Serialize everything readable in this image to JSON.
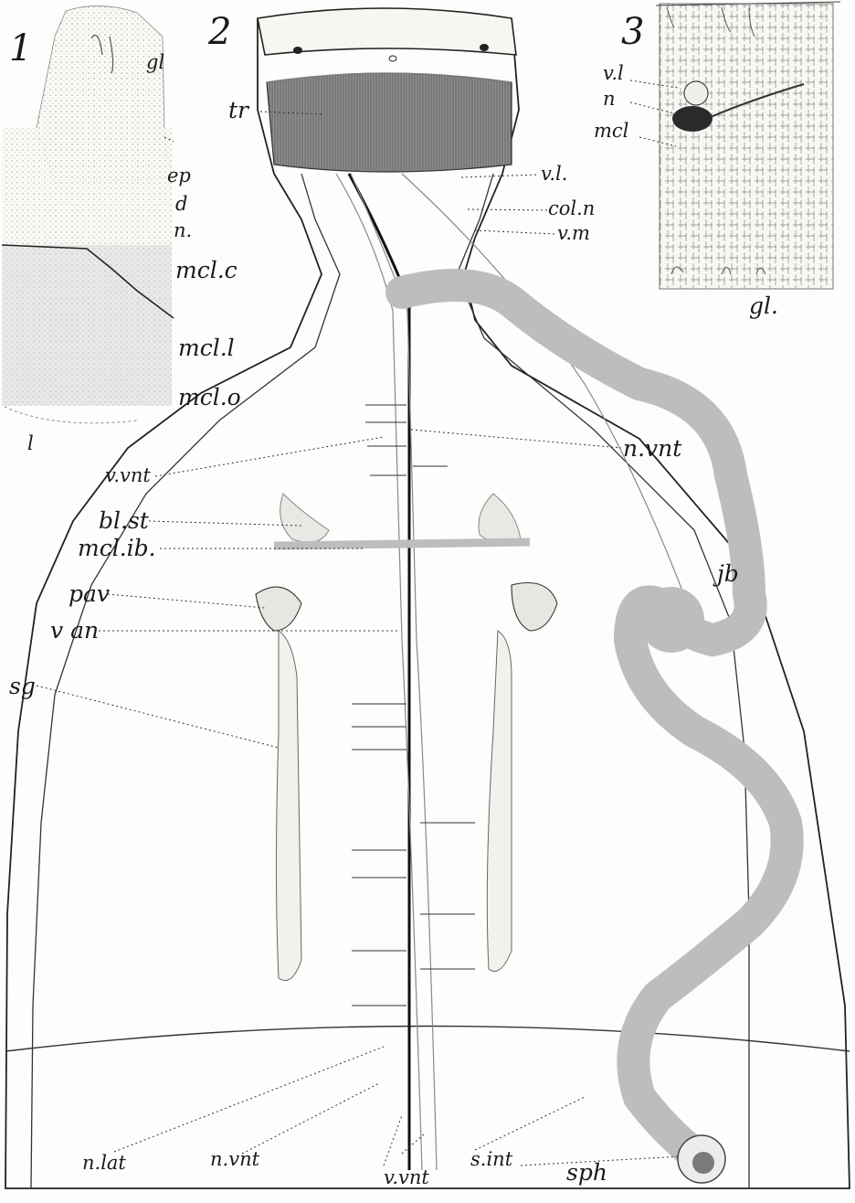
{
  "figures": {
    "fig1": "1",
    "fig2": "2",
    "fig3": "3"
  },
  "labels": {
    "fig1": {
      "gl": "gl",
      "ep": "ep",
      "d": "d",
      "n": "n.",
      "mcl_c": "mcl.c",
      "mcl_l": "mcl.l",
      "mcl_o": "mcl.o",
      "l": "l"
    },
    "fig2": {
      "tr": "tr",
      "vl": "v.l.",
      "col_n": "col.n",
      "vm": "v.m",
      "n_vnt": "n.vnt",
      "v_vnt": "v.vnt",
      "bl_st": "bl.st",
      "mcl_ib": "mcl.ib.",
      "pav": "pav",
      "v_an": "v an",
      "sg": "sg",
      "jb": "jb",
      "n_lat": "n.lat",
      "n_vnt_bottom": "n.vnt",
      "v_vnt_bottom": "v.vnt",
      "s_int": "s.int",
      "sph": "sph"
    },
    "fig3": {
      "vl": "v.l",
      "n": "n",
      "mcl": "mcl",
      "gl": "gl."
    }
  },
  "colors": {
    "ink": "#1a1a1a",
    "intestine": "#bdbdbd",
    "trunk_band": "#8a8a8a",
    "paper": "#fdfdfb",
    "tissue_gray": "#d6d6d6"
  }
}
